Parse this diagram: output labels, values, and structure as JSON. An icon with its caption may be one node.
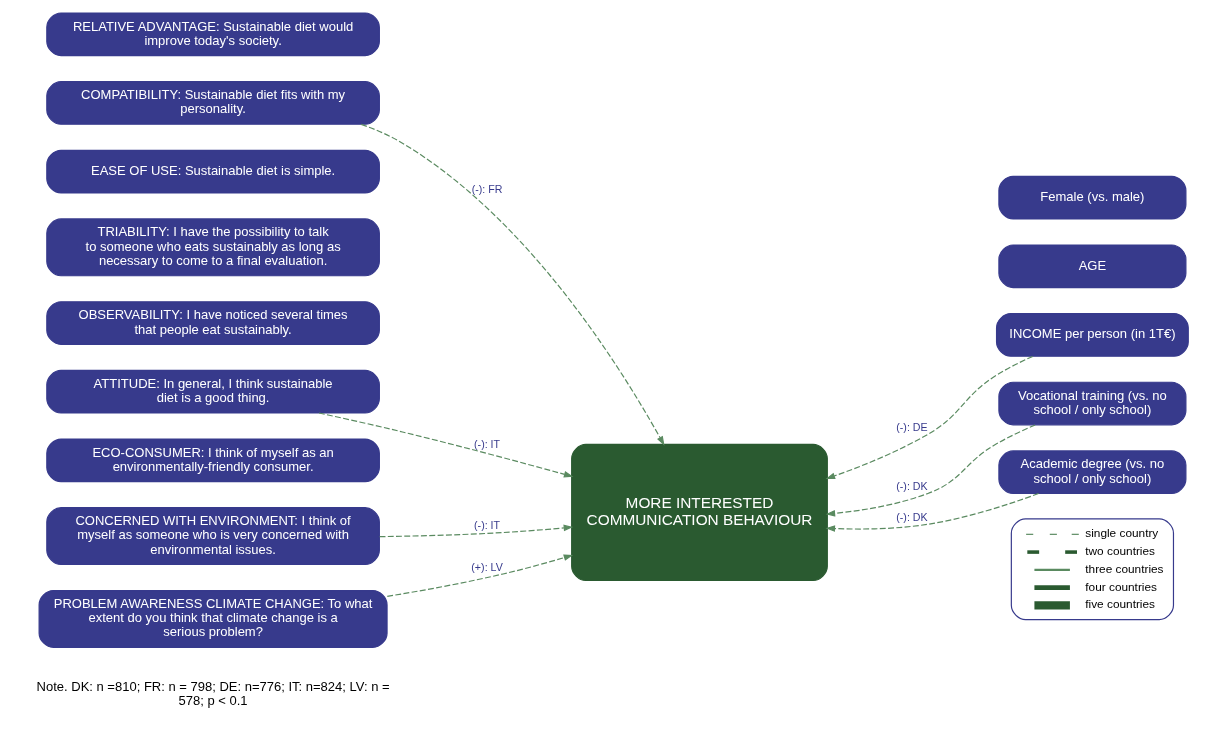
{
  "diagram": {
    "nodes": [
      {
        "text": [
          "RELATIVE ADVANTAGE: Sustainable diet would improve today's society."
        ]
      },
      {
        "text": [
          "COMPATIBILITY: Sustainable diet fits with my personality."
        ]
      },
      {
        "text": [
          "EASE OF USE: Sustainable diet is simple."
        ]
      },
      {
        "text": [
          "TRIABILITY: I have the possibility to talk to someone who eats sustainably as long as necessary to come to a final evaluation."
        ]
      },
      {
        "text": [
          "OBSERVABILITY: I have noticed several times that people eat sustainably."
        ]
      },
      {
        "text": [
          "ATTITUDE: In general, I think sustainable diet is a good thing."
        ]
      },
      {
        "text": [
          "ECO-CONSUMER: I think of myself as an environmentally-friendly consumer."
        ]
      },
      {
        "text": [
          "CONCERNED WITH ENVIRONMENT: I think of myself as someone who is very concerned with environmental issues."
        ]
      },
      {
        "text": [
          "PROBLEM AWARENESS CLIMATE CHANGE: To what extent do you think that climate change is a serious problem?"
        ]
      },
      {
        "text": [
          "MORE INTERESTED COMMUNICATION BEHAVIOUR"
        ]
      },
      {
        "text": [
          "Female (vs. male)"
        ]
      },
      {
        "text": [
          "AGE"
        ]
      },
      {
        "text": [
          "INCOME per person (in 1T€)"
        ]
      },
      {
        "text": [
          "Vocational training (vs. no school / only school)"
        ]
      },
      {
        "text": [
          "Academic degree (vs. no school / only school)"
        ]
      }
    ],
    "edges": [
      {
        "from": 1,
        "to": 9,
        "arrow": "to",
        "label": "(-): FR",
        "style": "dashed"
      },
      {
        "from": 5,
        "to": 9,
        "arrow": "to",
        "label": "(-): IT",
        "style": "dashed"
      },
      {
        "from": 7,
        "to": 9,
        "arrow": "to",
        "label": "(-): IT",
        "style": "dashed"
      },
      {
        "from": 8,
        "to": 9,
        "arrow": "to",
        "label": "(+): LV",
        "style": "dashed"
      },
      {
        "from": 12,
        "to": 9,
        "arrow": "to",
        "label": "(-): DE",
        "style": "dashed"
      },
      {
        "from": 13,
        "to": 9,
        "arrow": "to",
        "label": "(-): DK",
        "style": "dashed"
      },
      {
        "from": 14,
        "to": 9,
        "arrow": "to",
        "label": "(-): DK",
        "style": "dashed"
      }
    ],
    "labels": [
      "Note. DK: n =810; FR: n = 798; DE: n=776; IT: n=824; LV: n = 578; p < 0.1"
    ],
    "legend": [
      {
        "text": "single country"
      },
      {
        "text": "two countries"
      },
      {
        "text": "three countries"
      },
      {
        "text": "four countries"
      },
      {
        "text": "five countries"
      }
    ]
  }
}
